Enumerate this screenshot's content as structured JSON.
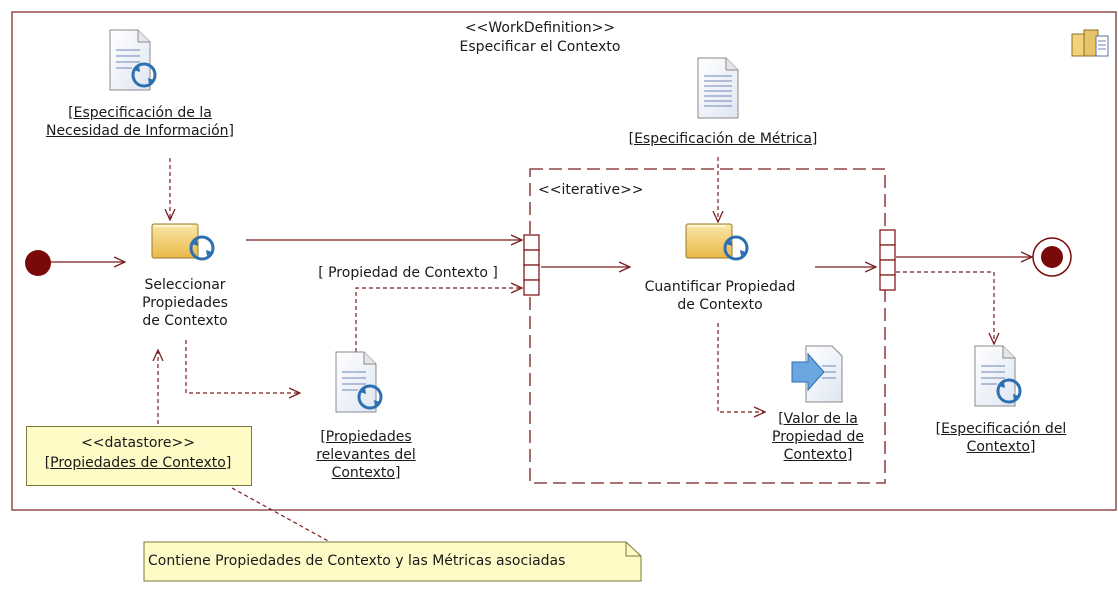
{
  "workdefinition": {
    "stereotype": "<<WorkDefinition>>",
    "title": "Especificar el Contexto"
  },
  "products": {
    "necesidad": [
      "[Especificación de la",
      "Necesidad de Información]"
    ],
    "metrica": "[Especificación de Métrica]",
    "relevantes": [
      "[Propiedades",
      "relevantes del",
      "Contexto]"
    ],
    "valor": [
      "[Valor de la",
      "Propiedad de",
      "Contexto]"
    ],
    "contexto": [
      "[Especificación del",
      "Contexto]"
    ]
  },
  "activities": {
    "seleccionar": [
      "Seleccionar",
      "Propiedades",
      "de Contexto"
    ],
    "cuantificar": [
      "Cuantificar Propiedad",
      "de Contexto"
    ]
  },
  "iterative": {
    "stereotype": "<<iterative>>"
  },
  "flow_label": "[ Propiedad de Contexto ]",
  "datastore": {
    "stereotype": "<<datastore>>",
    "name": "[Propiedades de Contexto]"
  },
  "note": {
    "text": "Contiene Propiedades de Contexto y las Métricas asociadas"
  },
  "colors": {
    "line": "#7a1e1e",
    "node": "#7a0a0a",
    "note_fill": "#fffbc7",
    "doc_line": "#6e86b8",
    "activity_fill": "#f3d27a"
  }
}
